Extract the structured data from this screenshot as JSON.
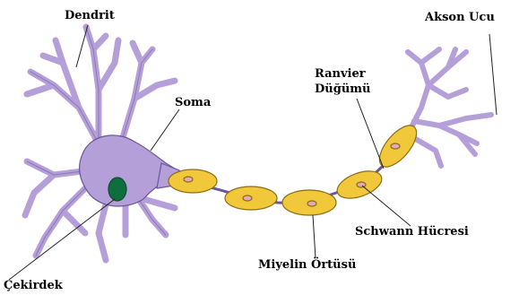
{
  "labels": {
    "dendrit": "Dendrit",
    "akson_ucu": "Akson Ucu",
    "ranvier_1": "Ranvier",
    "ranvier_2": "Düğümü",
    "soma": "Soma",
    "schwann": "Schwann Hücresi",
    "miyelin": "Miyelin Örtüsü",
    "cekirdek": "Çekirdek"
  },
  "colors": {
    "neuron_fill": "#b59fd8",
    "neuron_stroke": "#6b559c",
    "myelin_fill": "#f1c83a",
    "myelin_stroke": "#8a6d14",
    "node_inner": "#e6a6c0",
    "nucleus": "#0f6e3d",
    "line": "#222222"
  }
}
